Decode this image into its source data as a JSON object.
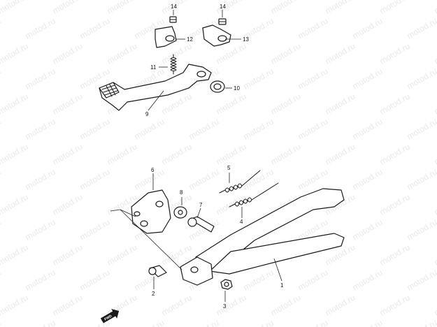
{
  "watermark": "motod.ru",
  "fwd_label": "FWD",
  "callouts": {
    "c1": "1",
    "c2": "2",
    "c3": "3",
    "c4": "4",
    "c5": "5",
    "c6": "6",
    "c7": "7",
    "c8": "8",
    "c9": "9",
    "c10": "10",
    "c11": "11",
    "c12": "12",
    "c13": "13",
    "c14a": "14",
    "c14b": "14"
  }
}
